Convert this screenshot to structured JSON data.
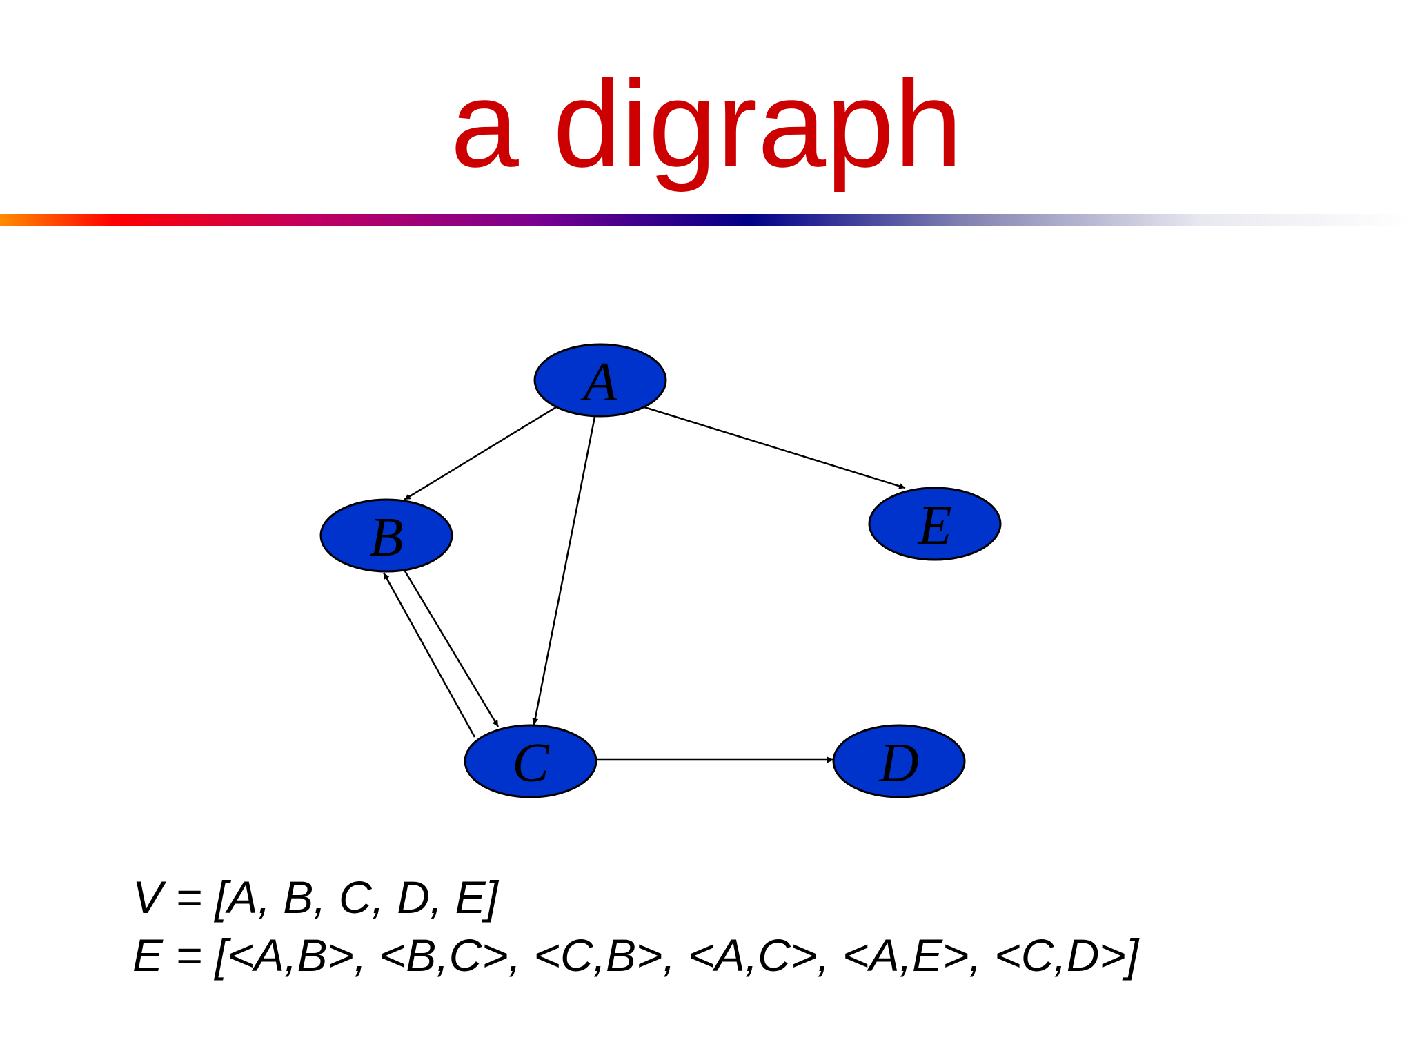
{
  "title": "a digraph",
  "graph": {
    "node_fill": "#0033cc",
    "edge_color": "#000000",
    "nodes": [
      {
        "id": "A",
        "label": "A"
      },
      {
        "id": "B",
        "label": "B"
      },
      {
        "id": "C",
        "label": "C"
      },
      {
        "id": "D",
        "label": "D"
      },
      {
        "id": "E",
        "label": "E"
      }
    ],
    "edges": [
      {
        "from": "A",
        "to": "B"
      },
      {
        "from": "B",
        "to": "C"
      },
      {
        "from": "C",
        "to": "B"
      },
      {
        "from": "A",
        "to": "C"
      },
      {
        "from": "A",
        "to": "E"
      },
      {
        "from": "C",
        "to": "D"
      }
    ]
  },
  "sets": {
    "vertices_line": "V = [A, B, C, D, E]",
    "edges_line": "E = [<A,B>, <B,C>, <C,B>, <A,C>, <A,E>, <C,D>]"
  }
}
